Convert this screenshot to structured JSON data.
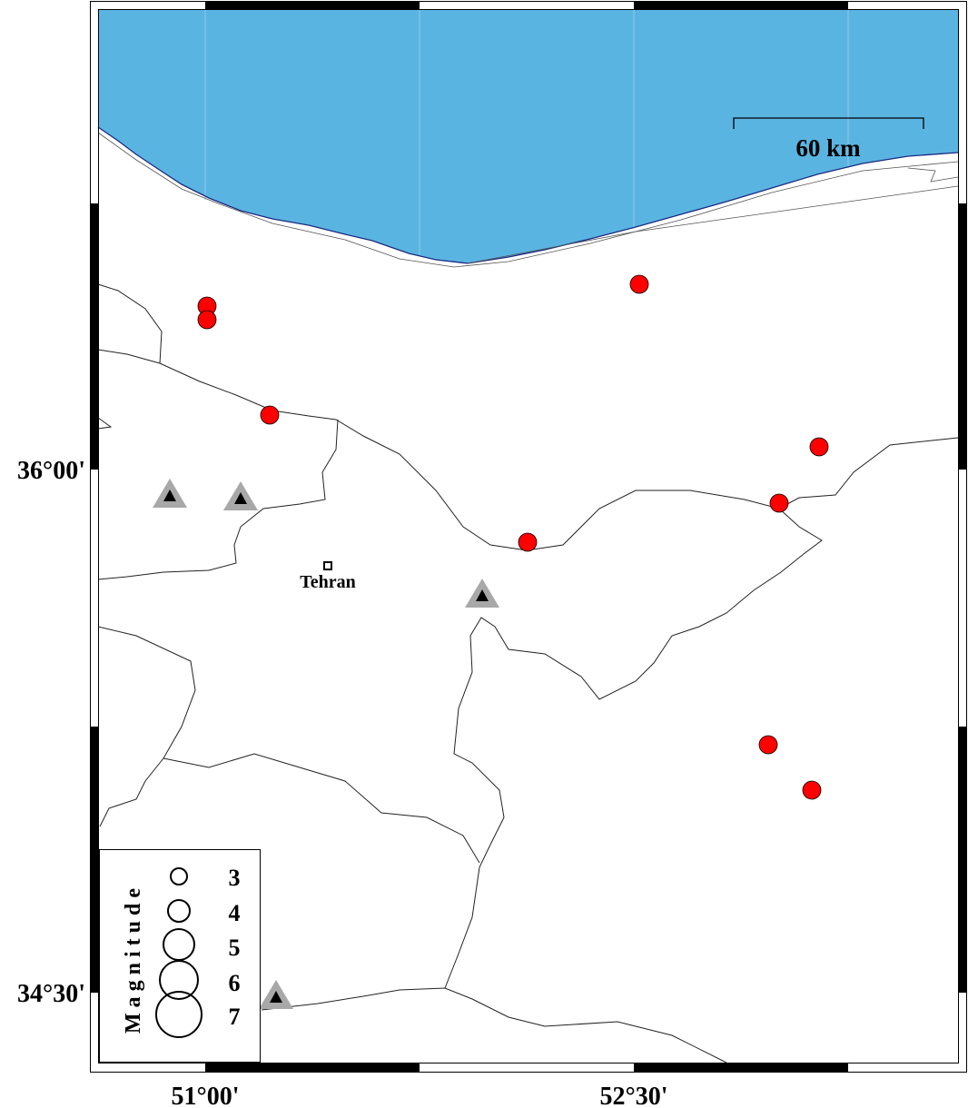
{
  "map": {
    "colors": {
      "sea": "#5ab4e1",
      "event": "#ff0000",
      "station_outer": "#a8a8a8",
      "station_inner": "#000000"
    },
    "axes": {
      "x_labels": [
        "51°00'",
        "52°30'"
      ],
      "y_labels": [
        "36°00'",
        "34°30'"
      ]
    },
    "scale_bar": {
      "label": "60 km"
    },
    "city": {
      "name": "Tehran",
      "lon": 51.42,
      "lat": 35.7
    },
    "events": [
      {
        "id": 1,
        "type": "earthquake"
      },
      {
        "id": 2,
        "type": "earthquake"
      },
      {
        "id": 3,
        "type": "earthquake"
      },
      {
        "id": 4,
        "type": "earthquake"
      },
      {
        "id": 5,
        "type": "earthquake"
      },
      {
        "id": 6,
        "type": "earthquake"
      },
      {
        "id": 7,
        "type": "earthquake"
      },
      {
        "id": 8,
        "type": "earthquake"
      },
      {
        "id": 9,
        "type": "earthquake"
      }
    ],
    "stations_count": 4,
    "legend": {
      "title": "Magnitude",
      "entries": [
        "3",
        "4",
        "5",
        "6",
        "7"
      ]
    }
  }
}
